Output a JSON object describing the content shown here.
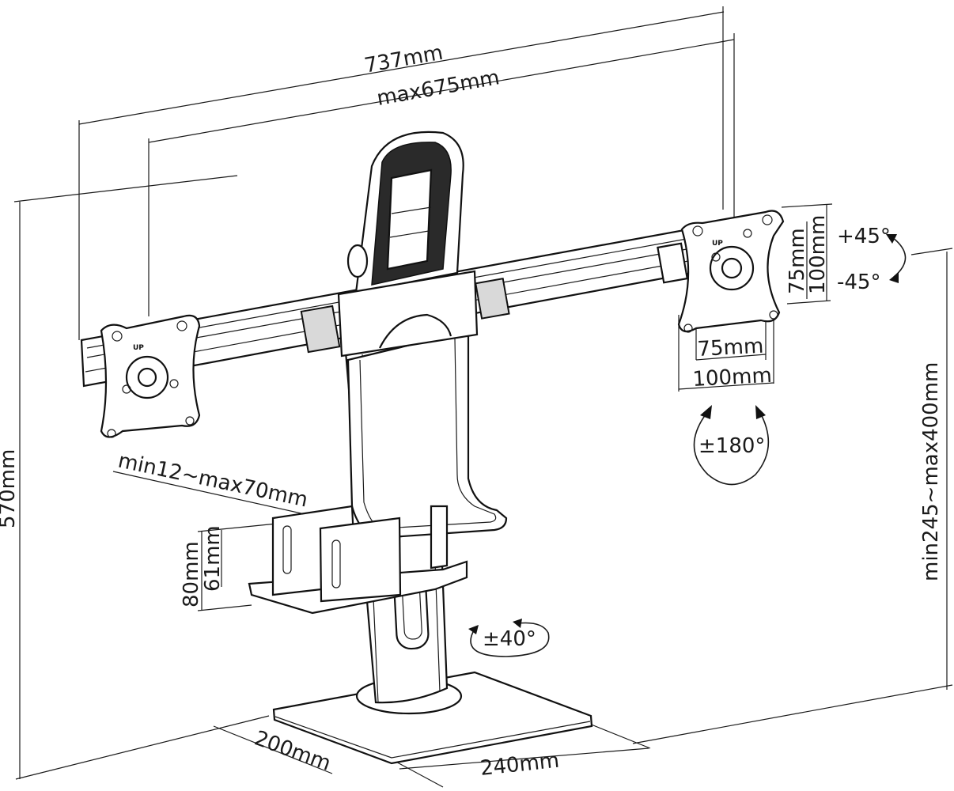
{
  "dimensions": {
    "total_width": "737mm",
    "max_width": "max675mm",
    "height": "570mm",
    "height_range": "min245~max400mm",
    "clamp_range": "min12~max70mm",
    "tray_height_outer": "80mm",
    "tray_height_inner": "61mm",
    "base_depth": "200mm",
    "base_width": "240mm",
    "vesa_small_h": "75mm",
    "vesa_large_h": "100mm",
    "vesa_small_v": "75mm",
    "vesa_large_v": "100mm"
  },
  "rotations": {
    "tilt_up": "+45°",
    "tilt_down": "-45°",
    "rotate": "±180°",
    "swivel": "±40°"
  },
  "labels": {
    "up_mark": "UP"
  }
}
